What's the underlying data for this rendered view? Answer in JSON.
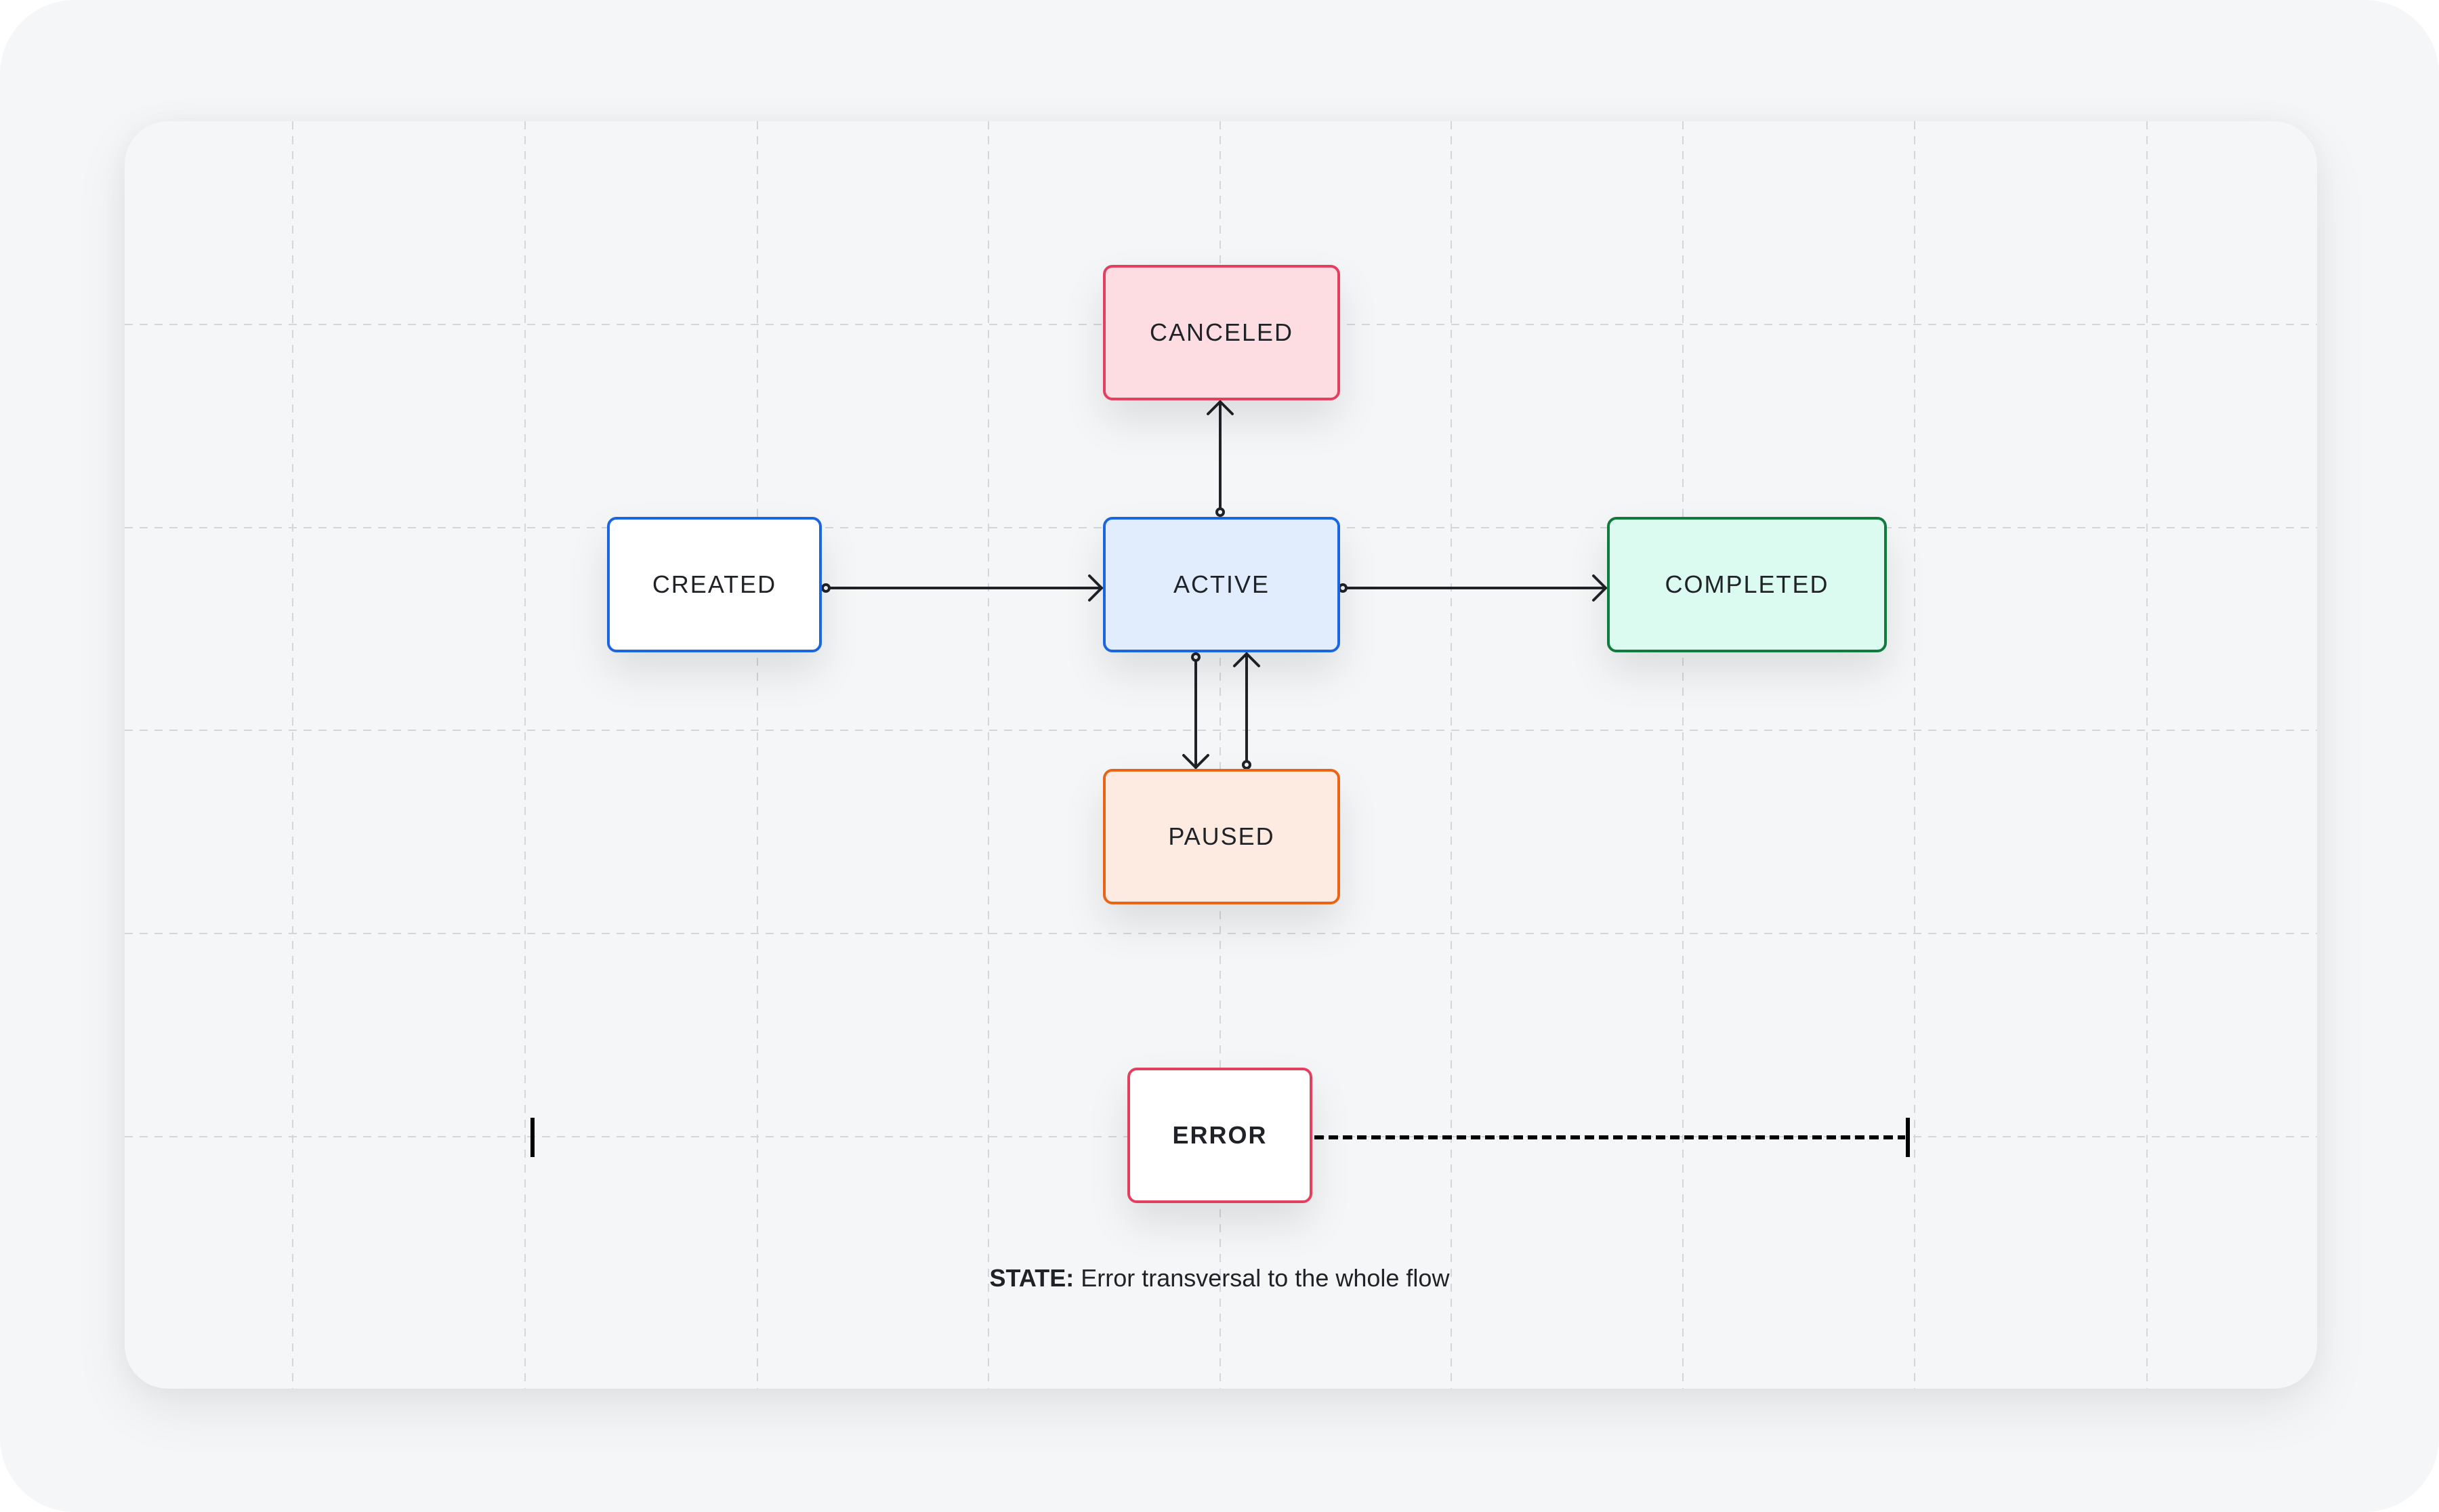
{
  "diagram": {
    "nodes": {
      "created": {
        "label": "CREATED",
        "border": "#1a66e0",
        "fill": "#ffffff"
      },
      "active": {
        "label": "ACTIVE",
        "border": "#1a66e0",
        "fill": "#e1edfc"
      },
      "canceled": {
        "label": "CANCELED",
        "border": "#e3405f",
        "fill": "#fddde2"
      },
      "completed": {
        "label": "COMPLETED",
        "border": "#127a3c",
        "fill": "#dcfbf0"
      },
      "paused": {
        "label": "PAUSED",
        "border": "#ea6418",
        "fill": "#fdeae0"
      },
      "error": {
        "label": "ERROR",
        "border": "#e3405f",
        "fill": "#ffffff"
      }
    },
    "edges": [
      {
        "from": "CREATED",
        "to": "ACTIVE"
      },
      {
        "from": "ACTIVE",
        "to": "COMPLETED"
      },
      {
        "from": "ACTIVE",
        "to": "CANCELED"
      },
      {
        "from": "ACTIVE",
        "to": "PAUSED"
      },
      {
        "from": "PAUSED",
        "to": "ACTIVE"
      }
    ],
    "caption": {
      "label": "STATE:",
      "text": "Error transversal to the whole flow"
    }
  }
}
